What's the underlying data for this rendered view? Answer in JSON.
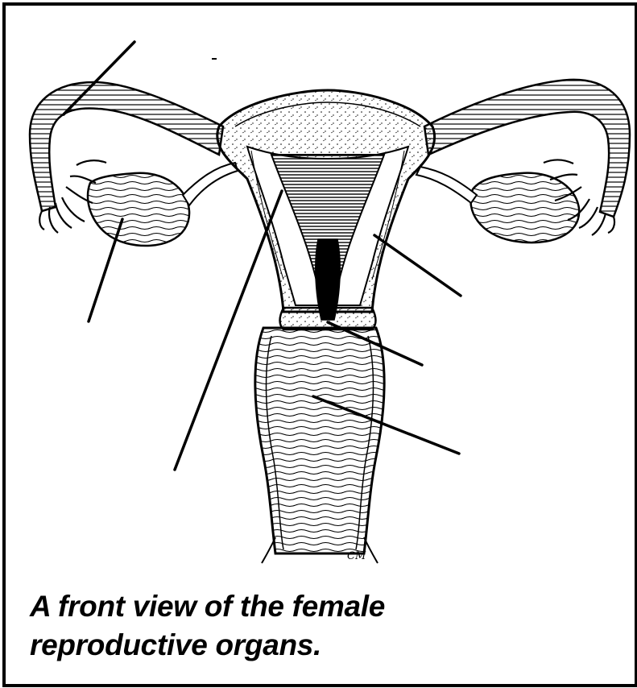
{
  "caption": {
    "line1": "A front view of the female",
    "line2": "reproductive organs."
  },
  "signature": "CM",
  "colors": {
    "ink": "#000000",
    "background": "#ffffff"
  },
  "icons": [
    "anatomy-illustration",
    "leader-line"
  ]
}
